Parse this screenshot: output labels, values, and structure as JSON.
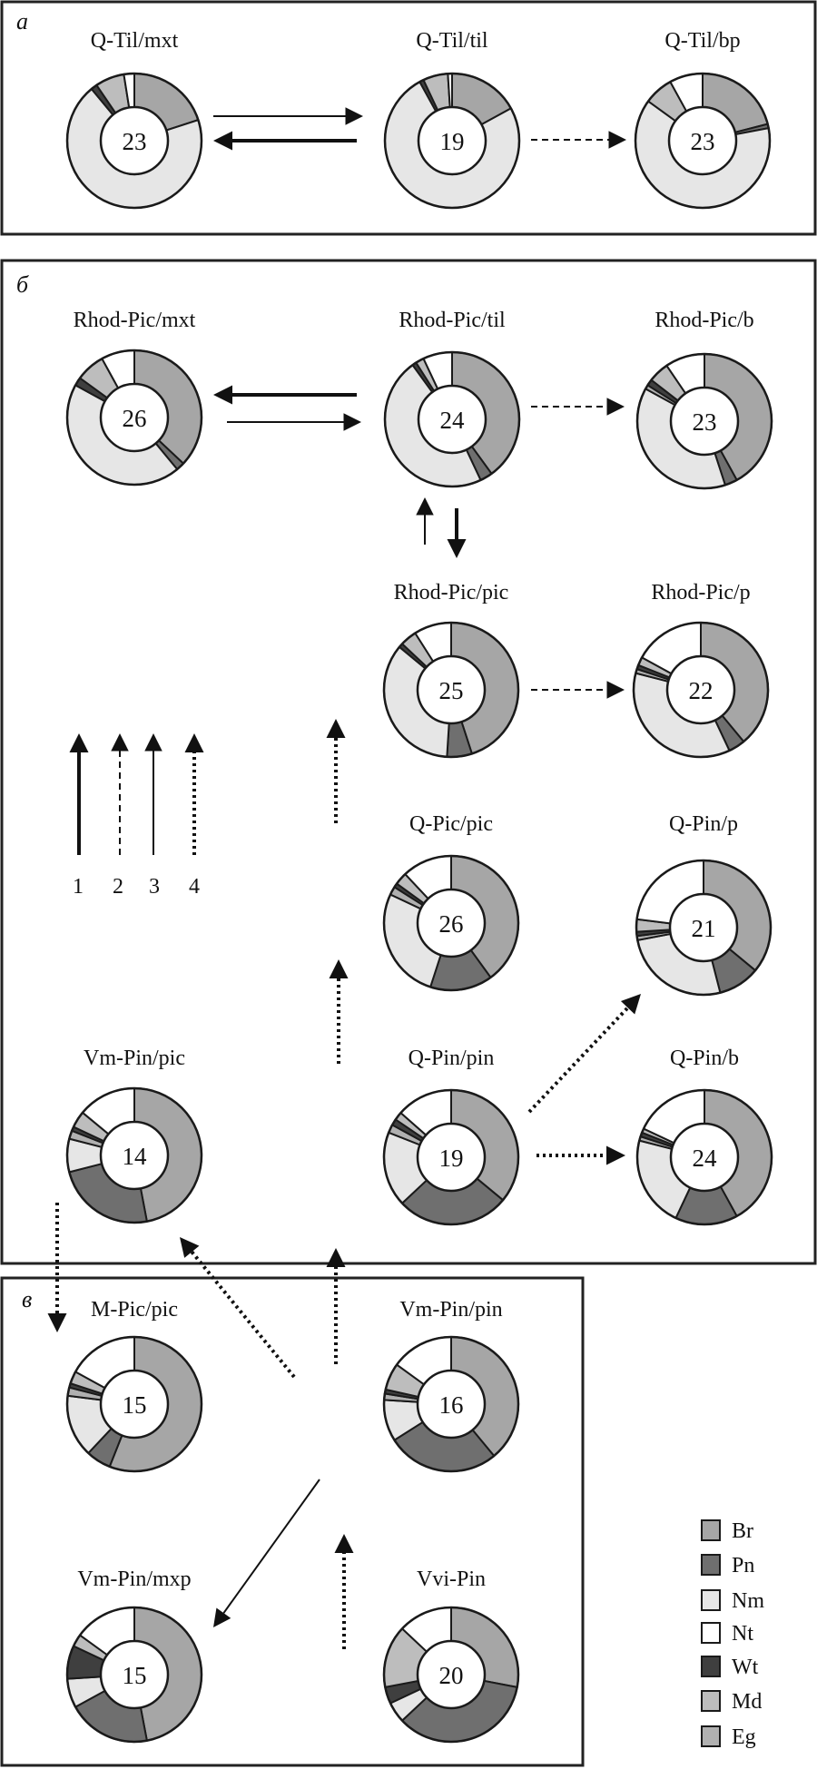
{
  "panels": [
    {
      "id": "a",
      "letter": "а"
    },
    {
      "id": "b",
      "letter": "б"
    },
    {
      "id": "v",
      "letter": "в"
    }
  ],
  "categories": [
    {
      "key": "Br",
      "label": "Br",
      "color": "#a6a6a6"
    },
    {
      "key": "Pn",
      "label": "Pn",
      "color": "#6f6f6f"
    },
    {
      "key": "Nm",
      "label": "Nm",
      "color": "#e6e6e6"
    },
    {
      "key": "Nt",
      "label": "Nt",
      "color": "#ffffff"
    },
    {
      "key": "Wt",
      "label": "Wt",
      "color": "#3f3f3f"
    },
    {
      "key": "Md",
      "label": "Md",
      "color": "#bdbdbd"
    },
    {
      "key": "Eg",
      "label": "Eg",
      "color": "#b0b0b0"
    }
  ],
  "segment_order": [
    "Br",
    "Pn",
    "Nm",
    "Eg",
    "Wt",
    "Md",
    "Nt"
  ],
  "arrow_legend": [
    {
      "label": "1",
      "style": "solid-thick"
    },
    {
      "label": "2",
      "style": "dashed"
    },
    {
      "label": "3",
      "style": "solid-thin"
    },
    {
      "label": "4",
      "style": "dotted"
    }
  ],
  "chart_data": {
    "type": "pie",
    "title": "",
    "pies": [
      {
        "id": "q-til-mxt",
        "panel": "a",
        "label": "Q-Til/mxt",
        "center_value": "23",
        "values": {
          "Br": 20,
          "Pn": 0,
          "Nm": 69,
          "Eg": 0,
          "Wt": 1.5,
          "Md": 7,
          "Nt": 2.5
        }
      },
      {
        "id": "q-til-til",
        "panel": "a",
        "label": "Q-Til/til",
        "center_value": "19",
        "values": {
          "Br": 17,
          "Pn": 0,
          "Nm": 75,
          "Eg": 0,
          "Wt": 1,
          "Md": 6,
          "Nt": 1
        }
      },
      {
        "id": "q-til-bp",
        "panel": "a",
        "label": "Q-Til/bp",
        "center_value": "23",
        "values": {
          "Br": 21,
          "Pn": 1,
          "Nm": 63,
          "Eg": 0,
          "Wt": 0,
          "Md": 7,
          "Nt": 8
        }
      },
      {
        "id": "rhod-pic-mxt",
        "panel": "b",
        "label": "Rhod-Pic/mxt",
        "center_value": "26",
        "values": {
          "Br": 37,
          "Pn": 2,
          "Nm": 44,
          "Eg": 0,
          "Wt": 2,
          "Md": 7,
          "Nt": 8
        }
      },
      {
        "id": "rhod-pic-til",
        "panel": "b",
        "label": "Rhod-Pic/til",
        "center_value": "24",
        "values": {
          "Br": 40,
          "Pn": 3,
          "Nm": 47,
          "Eg": 0,
          "Wt": 1,
          "Md": 2,
          "Nt": 7
        }
      },
      {
        "id": "rhod-pic-b",
        "panel": "b",
        "label": "Rhod-Pic/b",
        "center_value": "23",
        "values": {
          "Br": 42,
          "Pn": 3,
          "Nm": 38,
          "Eg": 1,
          "Wt": 1.5,
          "Md": 5,
          "Nt": 9.5
        }
      },
      {
        "id": "rhod-pic-pic",
        "panel": "b",
        "label": "Rhod-Pic/pic",
        "center_value": "25",
        "values": {
          "Br": 45,
          "Pn": 6,
          "Nm": 35,
          "Eg": 0,
          "Wt": 1,
          "Md": 4,
          "Nt": 9
        }
      },
      {
        "id": "rhod-pic-p",
        "panel": "b",
        "label": "Rhod-Pic/p",
        "center_value": "22",
        "values": {
          "Br": 39,
          "Pn": 4,
          "Nm": 36,
          "Eg": 1,
          "Wt": 1,
          "Md": 2,
          "Nt": 17
        }
      },
      {
        "id": "q-pic-pic",
        "panel": "b",
        "label": "Q-Pic/pic",
        "center_value": "26",
        "values": {
          "Br": 40,
          "Pn": 15,
          "Nm": 27,
          "Eg": 2,
          "Wt": 1,
          "Md": 3,
          "Nt": 12
        }
      },
      {
        "id": "q-pin-p",
        "panel": "b",
        "label": "Q-Pin/p",
        "center_value": "21",
        "values": {
          "Br": 36,
          "Pn": 10,
          "Nm": 26,
          "Eg": 1,
          "Wt": 1,
          "Md": 3,
          "Nt": 23
        }
      },
      {
        "id": "vm-pin-pic",
        "panel": "b",
        "label": "Vm-Pin/pic",
        "center_value": "14",
        "values": {
          "Br": 47,
          "Pn": 24,
          "Nm": 8,
          "Eg": 2,
          "Wt": 1,
          "Md": 4,
          "Nt": 14
        }
      },
      {
        "id": "q-pin-pin",
        "panel": "b",
        "label": "Q-Pin/pin",
        "center_value": "19",
        "values": {
          "Br": 36,
          "Pn": 27,
          "Nm": 18,
          "Eg": 2,
          "Wt": 1.5,
          "Md": 2,
          "Nt": 13.5
        }
      },
      {
        "id": "q-pin-b",
        "panel": "b",
        "label": "Q-Pin/b",
        "center_value": "24",
        "values": {
          "Br": 42,
          "Pn": 15,
          "Nm": 22,
          "Eg": 1,
          "Wt": 1,
          "Md": 1,
          "Nt": 18
        }
      },
      {
        "id": "m-pic-pic",
        "panel": "v",
        "label": "M-Pic/pic",
        "center_value": "15",
        "values": {
          "Br": 56,
          "Pn": 6,
          "Nm": 15,
          "Eg": 2,
          "Wt": 1,
          "Md": 3,
          "Nt": 17
        }
      },
      {
        "id": "vm-pin-pin",
        "panel": "v",
        "label": "Vm-Pin/pin",
        "center_value": "16",
        "values": {
          "Br": 39,
          "Pn": 27,
          "Nm": 10,
          "Eg": 1.5,
          "Wt": 1,
          "Md": 6.5,
          "Nt": 15
        }
      },
      {
        "id": "vm-pin-mxp",
        "panel": "v",
        "label": "Vm-Pin/mxp",
        "center_value": "15",
        "values": {
          "Br": 47,
          "Pn": 20,
          "Nm": 7,
          "Eg": 0,
          "Wt": 8,
          "Md": 3,
          "Nt": 15
        }
      },
      {
        "id": "vvi-pin",
        "panel": "v",
        "label": "Vvi-Pin",
        "center_value": "20",
        "values": {
          "Br": 28,
          "Pn": 35,
          "Nm": 5,
          "Eg": 0,
          "Wt": 4,
          "Md": 15,
          "Nt": 13
        }
      }
    ],
    "transitions": [
      {
        "from": "q-til-mxt",
        "to": "q-til-til",
        "style": "solid-thin"
      },
      {
        "from": "q-til-til",
        "to": "q-til-mxt",
        "style": "solid-thick"
      },
      {
        "from": "q-til-til",
        "to": "q-til-bp",
        "style": "dashed"
      },
      {
        "from": "rhod-pic-til",
        "to": "rhod-pic-mxt",
        "style": "solid-thick"
      },
      {
        "from": "rhod-pic-mxt",
        "to": "rhod-pic-til",
        "style": "solid-thin"
      },
      {
        "from": "rhod-pic-til",
        "to": "rhod-pic-b",
        "style": "dashed"
      },
      {
        "from": "rhod-pic-pic",
        "to": "rhod-pic-til",
        "style": "solid-thin"
      },
      {
        "from": "rhod-pic-til",
        "to": "rhod-pic-pic",
        "style": "solid-thick"
      },
      {
        "from": "rhod-pic-pic",
        "to": "rhod-pic-p",
        "style": "dashed"
      },
      {
        "from": "q-pic-pic",
        "to": "rhod-pic-pic",
        "style": "dotted"
      },
      {
        "from": "q-pin-pin",
        "to": "q-pic-pic",
        "style": "dotted"
      },
      {
        "from": "q-pin-pin",
        "to": "q-pin-p",
        "style": "dotted"
      },
      {
        "from": "q-pin-pin",
        "to": "q-pin-b",
        "style": "dotted"
      },
      {
        "from": "vm-pin-pic",
        "to": "m-pic-pic",
        "style": "dotted"
      },
      {
        "from": "vm-pin-pin",
        "to": "vm-pin-pic",
        "style": "dotted"
      },
      {
        "from": "vm-pin-pin",
        "to": "q-pin-pin",
        "style": "dotted"
      },
      {
        "from": "vm-pin-pin",
        "to": "vm-pin-mxp",
        "style": "solid-thin"
      },
      {
        "from": "vvi-pin",
        "to": "vm-pin-pin",
        "style": "dotted"
      }
    ]
  }
}
